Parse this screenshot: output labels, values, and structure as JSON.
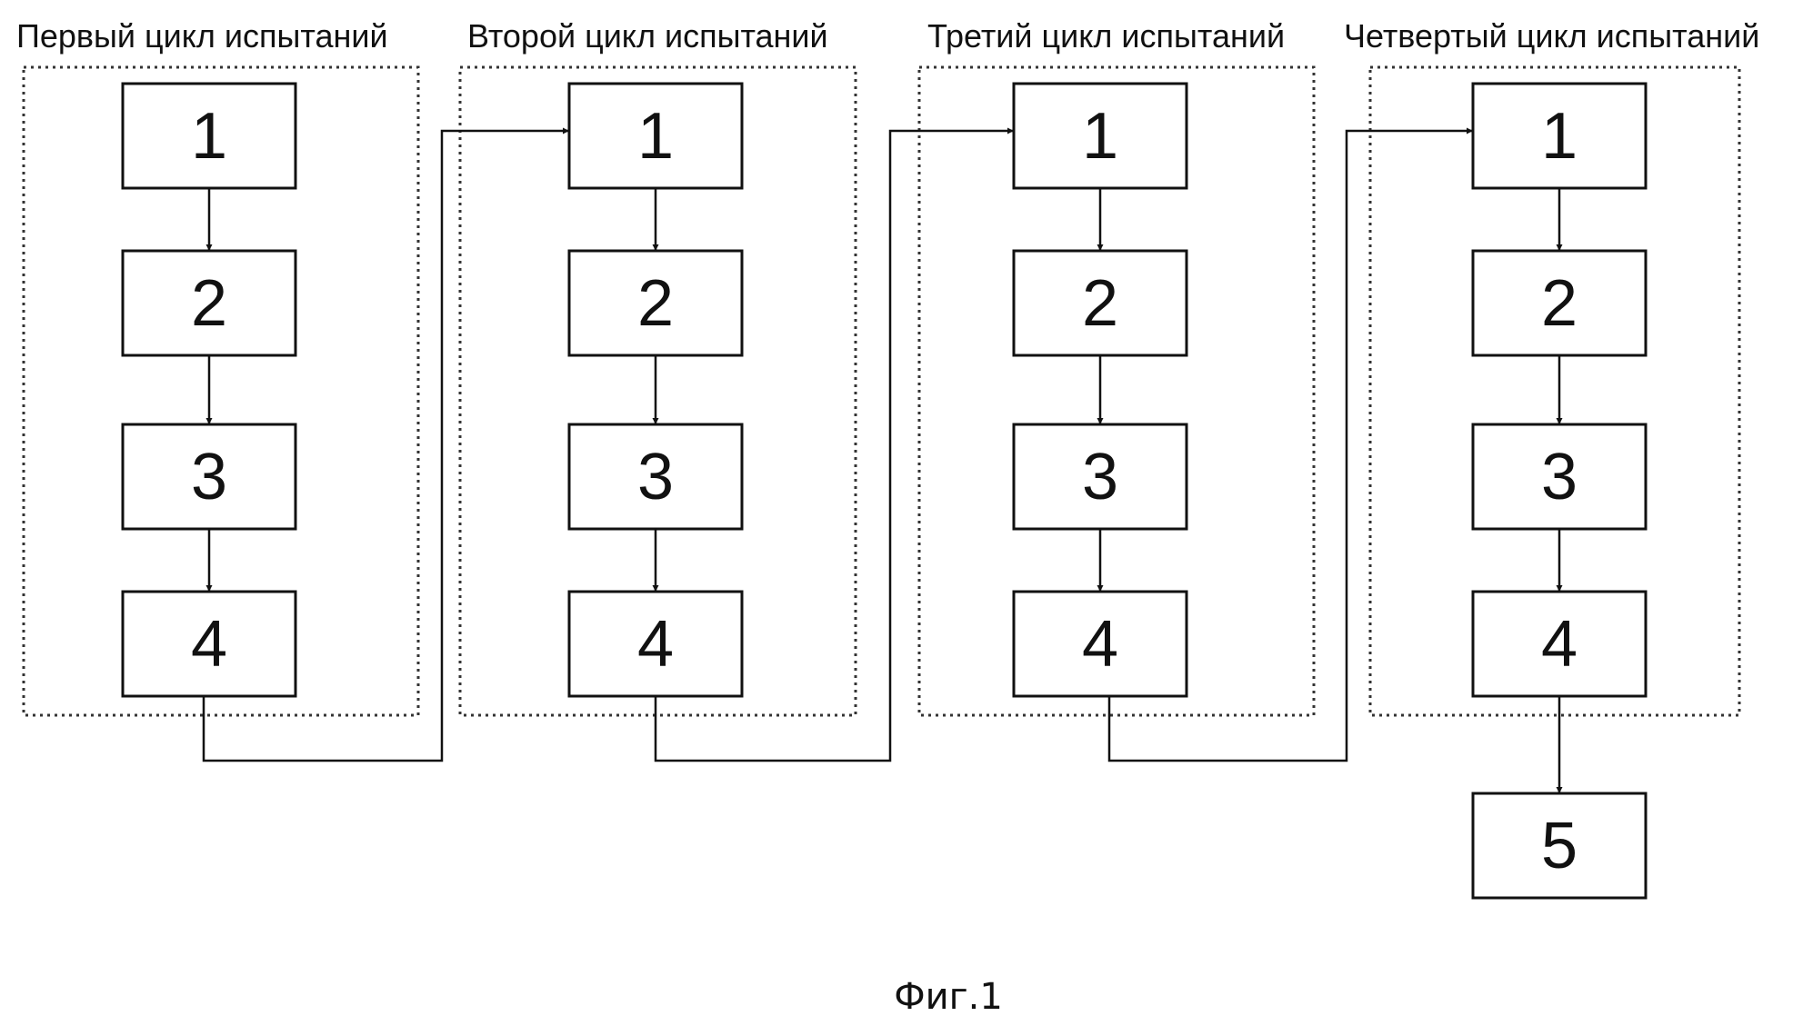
{
  "cycles": [
    {
      "title": "Первый цикл испытаний",
      "steps": [
        "1",
        "2",
        "3",
        "4"
      ]
    },
    {
      "title": "Второй цикл испытаний",
      "steps": [
        "1",
        "2",
        "3",
        "4"
      ]
    },
    {
      "title": "Третий цикл испытаний",
      "steps": [
        "1",
        "2",
        "3",
        "4"
      ]
    },
    {
      "title": "Четвертый цикл испытаний",
      "steps": [
        "1",
        "2",
        "3",
        "4"
      ]
    }
  ],
  "final_step": "5",
  "caption": "Фиг.1"
}
